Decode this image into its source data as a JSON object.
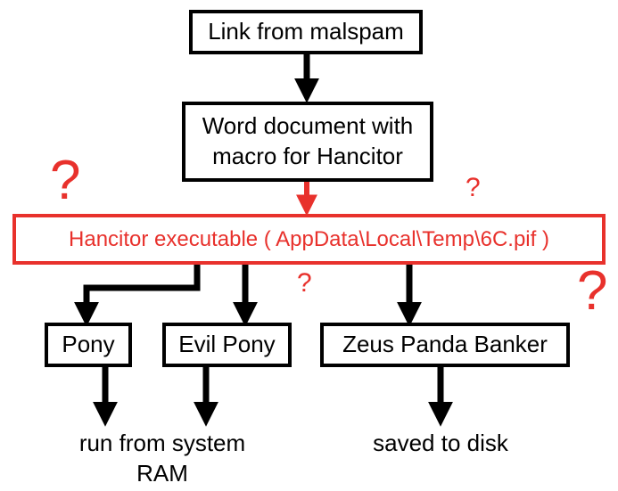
{
  "nodes": {
    "link": "Link from malspam",
    "word_line1": "Word document with",
    "word_line2": "macro for Hancitor",
    "hancitor": "Hancitor executable ( AppData\\Local\\Temp\\6C.pif )",
    "pony": "Pony",
    "evil_pony": "Evil Pony",
    "zeus": "Zeus Panda Banker"
  },
  "outcomes": {
    "ram_line1": "run from system",
    "ram_line2": "RAM",
    "disk": "saved to disk"
  },
  "question_mark": "?",
  "colors": {
    "black": "#000000",
    "red": "#e8312c"
  }
}
